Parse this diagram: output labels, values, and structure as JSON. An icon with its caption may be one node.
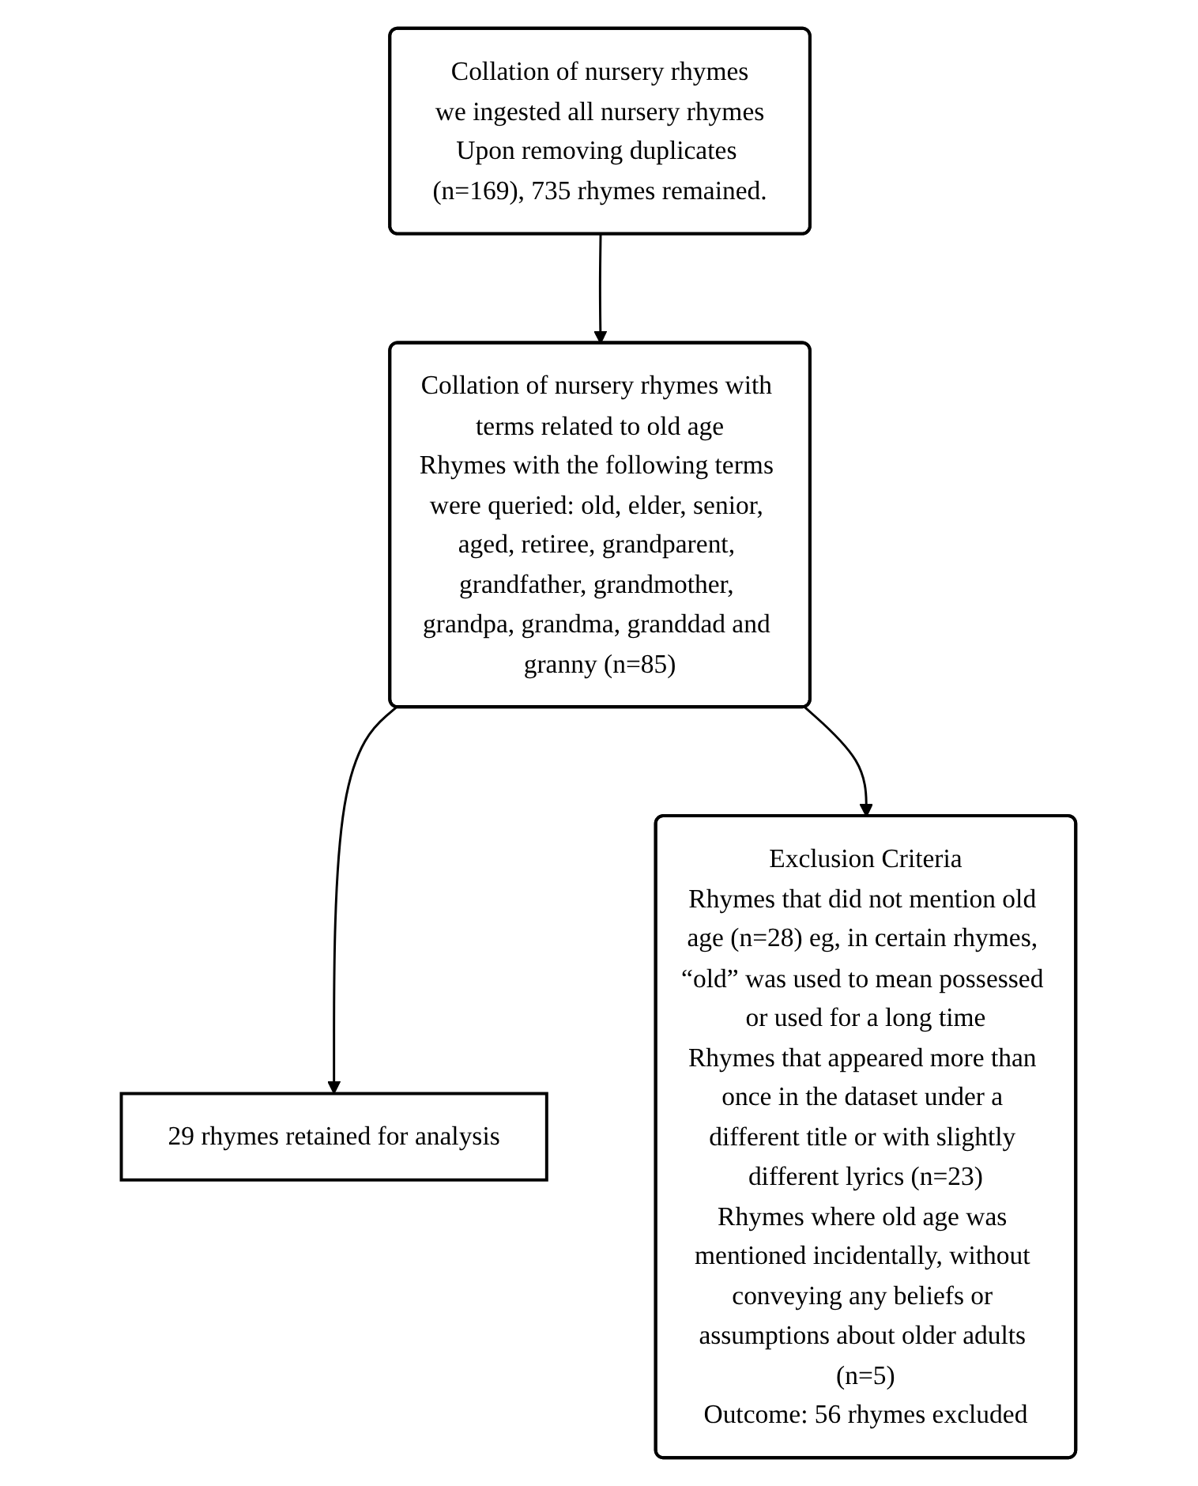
{
  "diagram": {
    "nodes": [
      {
        "text": [
          "Collation of nursery rhymes",
          "we ingested all nursery rhymes",
          "Upon removing duplicates (n=169), 735 rhymes remained."
        ]
      },
      {
        "text": [
          "Collation of nursery rhymes with terms related to old age",
          "Rhymes with the following terms were queried: old, elder, senior, aged, retiree, grandparent, grandfather, grandmother, grandpa, grandma, granddad and granny (n=85)"
        ]
      },
      {
        "text": [
          "Exclusion Criteria",
          "Rhymes that did not mention old age (n=28) eg, in certain rhymes, “old” was used to mean possessed or used for a long time",
          "Rhymes that appeared more than once in the dataset under a different title or with slightly different lyrics (n=23)",
          "Rhymes where old age was mentioned incidentally, without conveying any beliefs or assumptions about older adults (n=5)",
          "Outcome: 56 rhymes excluded"
        ]
      },
      {
        "text": [
          "29 rhymes retained for analysis"
        ]
      }
    ],
    "edges": [
      {
        "from": 0,
        "to": 1,
        "arrow": "to"
      },
      {
        "from": 1,
        "to": 3,
        "arrow": "to"
      },
      {
        "from": 1,
        "to": 2,
        "arrow": "to"
      }
    ]
  }
}
